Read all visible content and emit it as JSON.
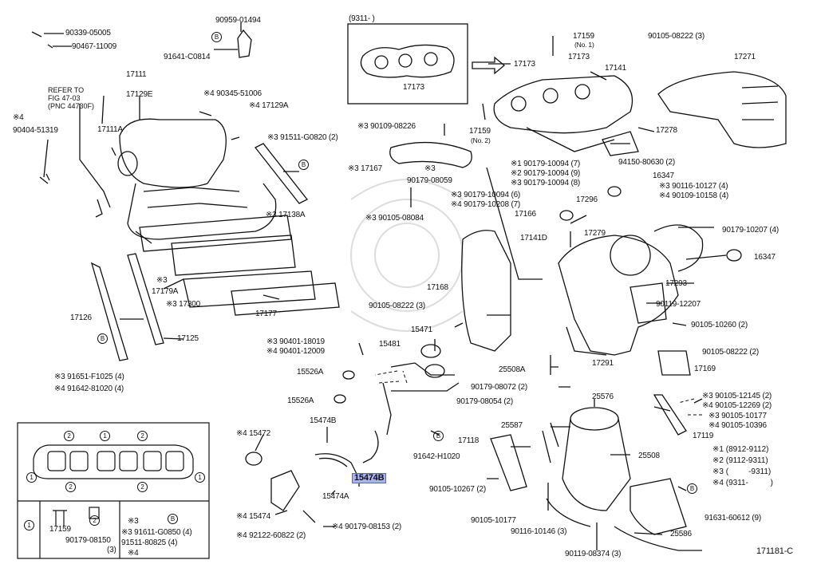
{
  "diagram_id": "171181-C",
  "highlight_part": "15474B",
  "top_box_label": "(9311-            )",
  "refer_note": "REFER TO\nFIG 47-03\n(PNC 44730F)",
  "parts": [
    {
      "id": "p1",
      "text": "90339-05005"
    },
    {
      "id": "p2",
      "text": "90467-11009"
    },
    {
      "id": "p3",
      "text": "90959-01494"
    },
    {
      "id": "p4",
      "text": "91641-C0814"
    },
    {
      "id": "p5",
      "text": "17111"
    },
    {
      "id": "p6",
      "text": "17129E"
    },
    {
      "id": "p7",
      "text": "※4  90345-51006"
    },
    {
      "id": "p8",
      "text": "※4 17129A"
    },
    {
      "id": "p9",
      "text": "※4"
    },
    {
      "id": "p10",
      "text": "90404-51319"
    },
    {
      "id": "p11",
      "text": "17111A"
    },
    {
      "id": "p12",
      "text": "※3 91511-G0820 (2)"
    },
    {
      "id": "p13",
      "text": "※3 17138A"
    },
    {
      "id": "p14",
      "text": "※3"
    },
    {
      "id": "p15",
      "text": "17179A"
    },
    {
      "id": "p16",
      "text": "※3 17300"
    },
    {
      "id": "p17",
      "text": "17177"
    },
    {
      "id": "p18",
      "text": "17126"
    },
    {
      "id": "p19",
      "text": "17125"
    },
    {
      "id": "p20",
      "text": "※3 91651-F1025 (4)"
    },
    {
      "id": "p21",
      "text": "※4 91642-81020 (4)"
    },
    {
      "id": "p22",
      "text": "17173"
    },
    {
      "id": "p23",
      "text": "17159"
    },
    {
      "id": "p24",
      "text": "(No. 1)"
    },
    {
      "id": "p25",
      "text": "17173"
    },
    {
      "id": "p26",
      "text": "17173"
    },
    {
      "id": "p27",
      "text": "17141"
    },
    {
      "id": "p28",
      "text": "90105-08222 (3)"
    },
    {
      "id": "p29",
      "text": "17271"
    },
    {
      "id": "p30",
      "text": "※3  90109-08226"
    },
    {
      "id": "p31",
      "text": "17159"
    },
    {
      "id": "p32",
      "text": "(No. 2)"
    },
    {
      "id": "p33",
      "text": "17278"
    },
    {
      "id": "p34",
      "text": "※3 17167"
    },
    {
      "id": "p35",
      "text": "※3"
    },
    {
      "id": "p36",
      "text": "90179-08059"
    },
    {
      "id": "p37",
      "text": "※1 90179-10094 (7)"
    },
    {
      "id": "p38",
      "text": "※2 90179-10094 (9)"
    },
    {
      "id": "p39",
      "text": "※3 90179-10094 (8)"
    },
    {
      "id": "p40",
      "text": "94150-80630 (2)"
    },
    {
      "id": "p41",
      "text": "16347"
    },
    {
      "id": "p42",
      "text": "※3 90116-10127 (4)"
    },
    {
      "id": "p43",
      "text": "※4 90109-10158 (4)"
    },
    {
      "id": "p44",
      "text": "17296"
    },
    {
      "id": "p45",
      "text": "※3 90179-10094 (6)"
    },
    {
      "id": "p46",
      "text": "※4 90179-10208 (7)"
    },
    {
      "id": "p47",
      "text": "17166"
    },
    {
      "id": "p48",
      "text": "※3  90105-08084"
    },
    {
      "id": "p49",
      "text": "90179-10207 (4)"
    },
    {
      "id": "p50",
      "text": "17141D"
    },
    {
      "id": "p51",
      "text": "17279"
    },
    {
      "id": "p52",
      "text": "16347"
    },
    {
      "id": "p53",
      "text": "17168"
    },
    {
      "id": "p54",
      "text": "17293"
    },
    {
      "id": "p55",
      "text": "90105-08222 (3)"
    },
    {
      "id": "p56",
      "text": "90119-12207"
    },
    {
      "id": "p57",
      "text": "15471"
    },
    {
      "id": "p58",
      "text": "90105-10260 (2)"
    },
    {
      "id": "p59",
      "text": "※3 90401-18019"
    },
    {
      "id": "p60",
      "text": "※4 90401-12009"
    },
    {
      "id": "p61",
      "text": "15481"
    },
    {
      "id": "p62",
      "text": "90105-08222 (2)"
    },
    {
      "id": "p63",
      "text": "15526A"
    },
    {
      "id": "p64",
      "text": "25508A"
    },
    {
      "id": "p65",
      "text": "17291"
    },
    {
      "id": "p66",
      "text": "17169"
    },
    {
      "id": "p67",
      "text": "90179-08072 (2)"
    },
    {
      "id": "p68",
      "text": "15526A"
    },
    {
      "id": "p69",
      "text": "90179-08054 (2)"
    },
    {
      "id": "p70",
      "text": "25576"
    },
    {
      "id": "p71",
      "text": "※3 90105-12145 (2)"
    },
    {
      "id": "p72",
      "text": "※4 90105-12269 (2)"
    },
    {
      "id": "p73",
      "text": "※3 90105-10177"
    },
    {
      "id": "p74",
      "text": "※4 90105-10396"
    },
    {
      "id": "p75",
      "text": "15474B"
    },
    {
      "id": "p76",
      "text": "25587"
    },
    {
      "id": "p77",
      "text": "※4 15472"
    },
    {
      "id": "p78",
      "text": "17119"
    },
    {
      "id": "p79",
      "text": "17118"
    },
    {
      "id": "p80",
      "text": "91642-H1020"
    },
    {
      "id": "p81",
      "text": "25508"
    },
    {
      "id": "p82",
      "text": "15474A"
    },
    {
      "id": "p83",
      "text": "90105-10267 (2)"
    },
    {
      "id": "p84",
      "text": "※4 15474"
    },
    {
      "id": "p85",
      "text": "90105-10177"
    },
    {
      "id": "p86",
      "text": "91631-60612 (9)"
    },
    {
      "id": "p87",
      "text": "※4 90179-08153 (2)"
    },
    {
      "id": "p88",
      "text": "※4  92122-60822 (2)"
    },
    {
      "id": "p89",
      "text": "90116-10146 (3)"
    },
    {
      "id": "p90",
      "text": "25586"
    },
    {
      "id": "p91",
      "text": "90119-08374 (3)"
    }
  ],
  "legend": [
    {
      "mark": "※1",
      "text": "(8912-9112)"
    },
    {
      "mark": "※2",
      "text": "(9112-9311)"
    },
    {
      "mark": "※3",
      "text": "(         -9311)"
    },
    {
      "mark": "※4",
      "text": "(9311-          )"
    }
  ],
  "gasket_box": {
    "circled_left": "1",
    "circled_numbers": [
      "2",
      "1",
      "2",
      "2",
      "2"
    ],
    "bottom_row": [
      {
        "circle": "1"
      },
      {
        "circle": "2",
        "part": "17159",
        "sub": "90179-08150",
        "sub_qty": "(3)"
      },
      {
        "circle": "B",
        "part1": "※3 91611-G0850 (4)",
        "part2": "91511-80825 (4)",
        "mark3": "※3",
        "mark4": "※4"
      }
    ]
  },
  "circle_b_label": "B"
}
